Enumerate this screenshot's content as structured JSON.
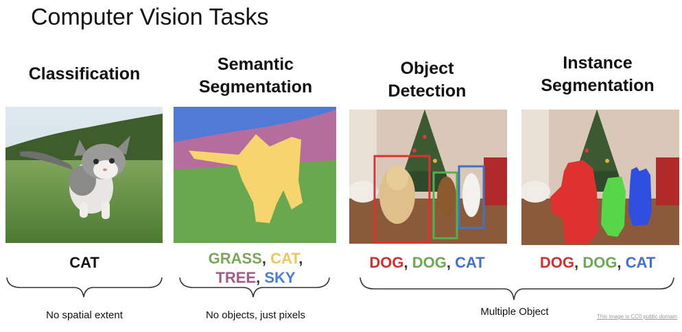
{
  "slide_title": "Computer Vision Tasks",
  "tasks": [
    {
      "heading_lines": [
        "Classification"
      ],
      "labels": [
        [
          {
            "text": "CAT",
            "color": "#111111"
          }
        ]
      ],
      "caption": "No spatial extent"
    },
    {
      "heading_lines": [
        "Semantic",
        "Segmentation"
      ],
      "labels": [
        [
          {
            "text": "GRASS",
            "color": "#7aa65a"
          },
          {
            "text": ", ",
            "color": "#333333"
          },
          {
            "text": "CAT",
            "color": "#e8c95a"
          },
          {
            "text": ",",
            "color": "#333333"
          }
        ],
        [
          {
            "text": "TREE",
            "color": "#a35a8a"
          },
          {
            "text": ", ",
            "color": "#333333"
          },
          {
            "text": "SKY",
            "color": "#4a7fd6"
          }
        ]
      ],
      "caption": "No objects, just pixels"
    },
    {
      "heading_lines": [
        "Object",
        "Detection"
      ],
      "labels": [
        [
          {
            "text": "DOG",
            "color": "#d23030"
          },
          {
            "text": ", ",
            "color": "#333333"
          },
          {
            "text": "DOG",
            "color": "#6aaa50"
          },
          {
            "text": ", ",
            "color": "#333333"
          },
          {
            "text": "CAT",
            "color": "#3f72c8"
          }
        ]
      ]
    },
    {
      "heading_lines": [
        "Instance",
        "Segmentation"
      ],
      "labels": [
        [
          {
            "text": "DOG",
            "color": "#d23030"
          },
          {
            "text": ", ",
            "color": "#333333"
          },
          {
            "text": "DOG",
            "color": "#6aaa50"
          },
          {
            "text": ", ",
            "color": "#333333"
          },
          {
            "text": "CAT",
            "color": "#3f72c8"
          }
        ]
      ]
    }
  ],
  "shared_caption": "Multiple Object",
  "credit": "This image is CC0 public domain",
  "colors": {
    "grass": "#6aa84f",
    "cat": "#f6d46e",
    "tree": "#b46d9c",
    "sky": "#4f7ad6",
    "dog_red": "#e03131",
    "dog_green": "#58d64a",
    "cat_blue": "#2f4fe0"
  }
}
